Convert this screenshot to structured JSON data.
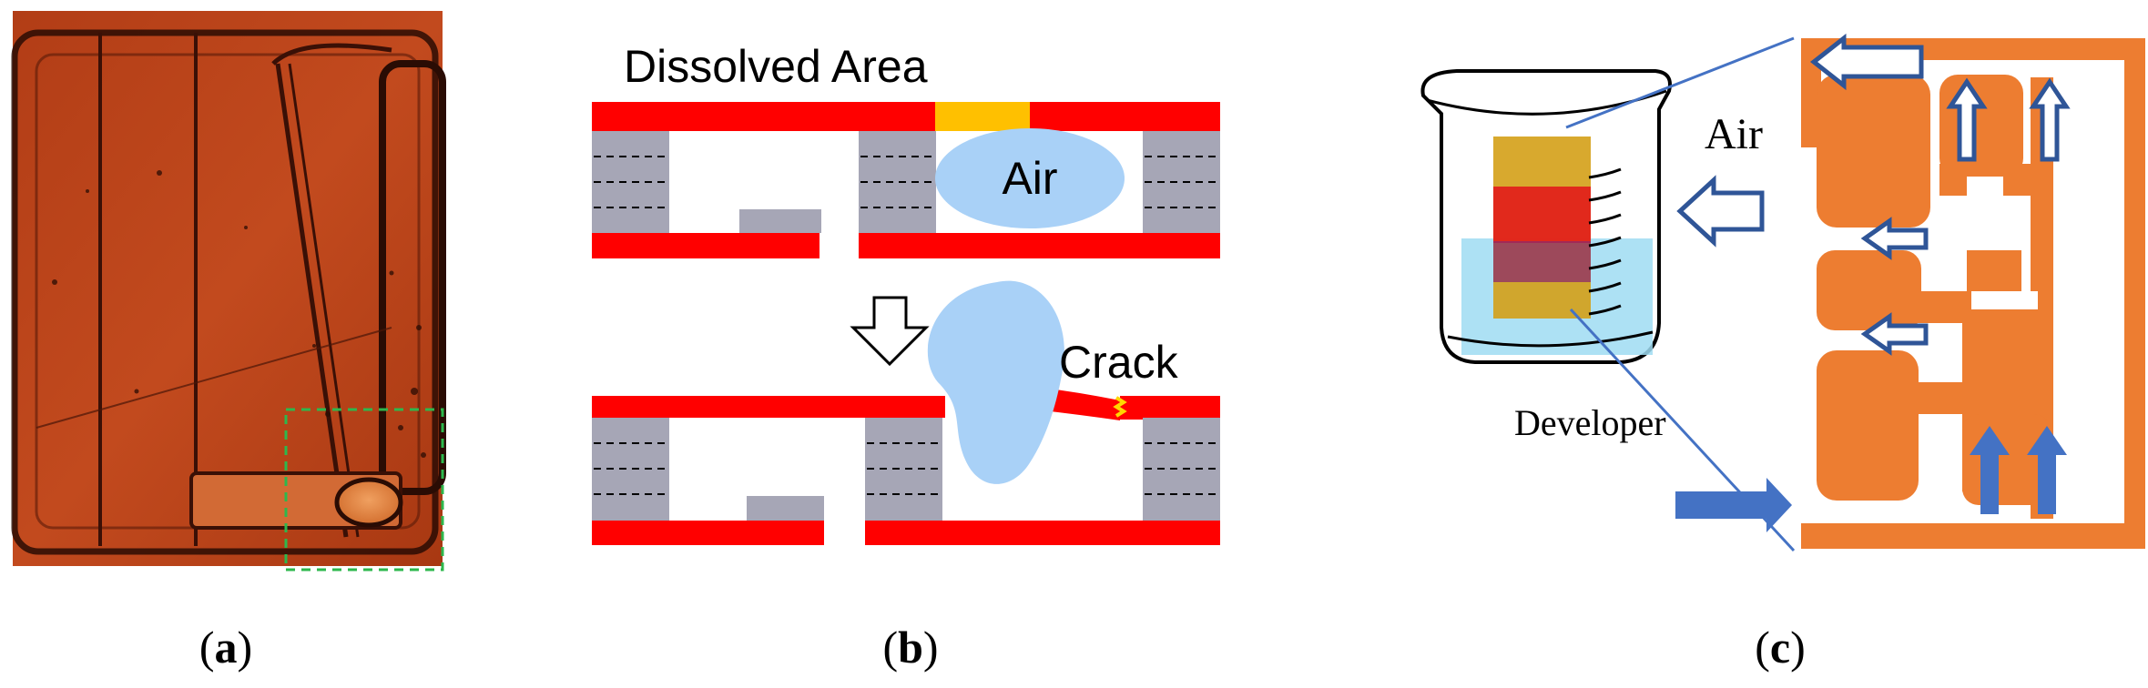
{
  "panels": {
    "a": {
      "caption_open": "(",
      "caption_letter": "a",
      "caption_close": ")"
    },
    "b": {
      "caption_open": "(",
      "caption_letter": "b",
      "caption_close": ")",
      "labels": {
        "dissolved_area": "Dissolved Area",
        "air": "Air",
        "crack": "Crack"
      }
    },
    "c": {
      "caption_open": "(",
      "caption_letter": "c",
      "caption_close": ")",
      "labels": {
        "air": "Air",
        "developer": "Developer"
      }
    }
  },
  "colors": {
    "microscope_bg": "#c0461c",
    "cover_layer": "#ff0000",
    "dissolved_area": "#ffc000",
    "air_bubble": "#a9d1f7",
    "grey_block": "#a6a6b6",
    "crack_zigzag": "#ffd700",
    "channel_orange": "#ed7d31",
    "arrow_blue": "#4472c4",
    "dashed_box": "#2db84d",
    "developer_liquid": "#9fdcf2"
  },
  "icons": {
    "down_arrow": "hollow-down-arrow-icon",
    "left_arrows": "hollow-left-arrow-icon",
    "up_arrows": "hollow-up-arrow-icon",
    "solid_arrows": "solid-arrow-icon",
    "beaker": "beaker-icon"
  }
}
